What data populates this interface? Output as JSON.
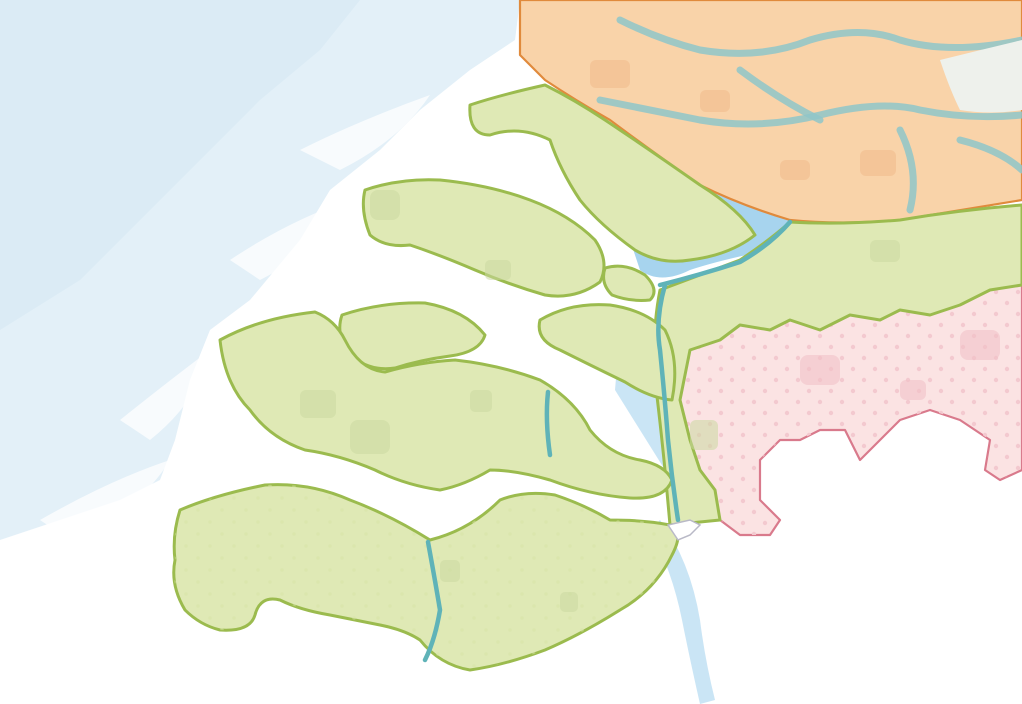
{
  "map": {
    "colors": {
      "sea": "#e3f0f8",
      "sea_deep": "#d5e8f4",
      "land": "#ffffff",
      "zeeland_fill": "#dfe9b5",
      "zeeland_border": "#9bbb4e",
      "zeeland_town": "#cbd9a0",
      "zuid_holland_fill": "#f9d3a9",
      "zuid_holland_border": "#e08a3c",
      "zuid_holland_water": "#8fc6c9",
      "noord_brabant_fill": "#fbe3e3",
      "noord_brabant_border": "#d97a8c",
      "belgium_land": "#ffffff",
      "canal": "#5fb3b8",
      "estuary": "#a7d4ee",
      "neighbour_grey": "#eef1ec"
    },
    "regions": [
      {
        "id": "schouwen-duiveland",
        "province": "zeeland"
      },
      {
        "id": "goeree-overflakkee",
        "province": "zeeland"
      },
      {
        "id": "tholen",
        "province": "zeeland"
      },
      {
        "id": "sint-philipsland",
        "province": "zeeland"
      },
      {
        "id": "noord-beveland",
        "province": "zeeland"
      },
      {
        "id": "walcheren-zuid-beveland",
        "province": "zeeland"
      },
      {
        "id": "zeeuws-vlaanderen",
        "province": "zeeland"
      },
      {
        "id": "west-brabant-strip",
        "province": "zeeland"
      },
      {
        "id": "zuid-holland",
        "province": "zuid-holland"
      },
      {
        "id": "noord-brabant",
        "province": "noord-brabant"
      }
    ]
  }
}
